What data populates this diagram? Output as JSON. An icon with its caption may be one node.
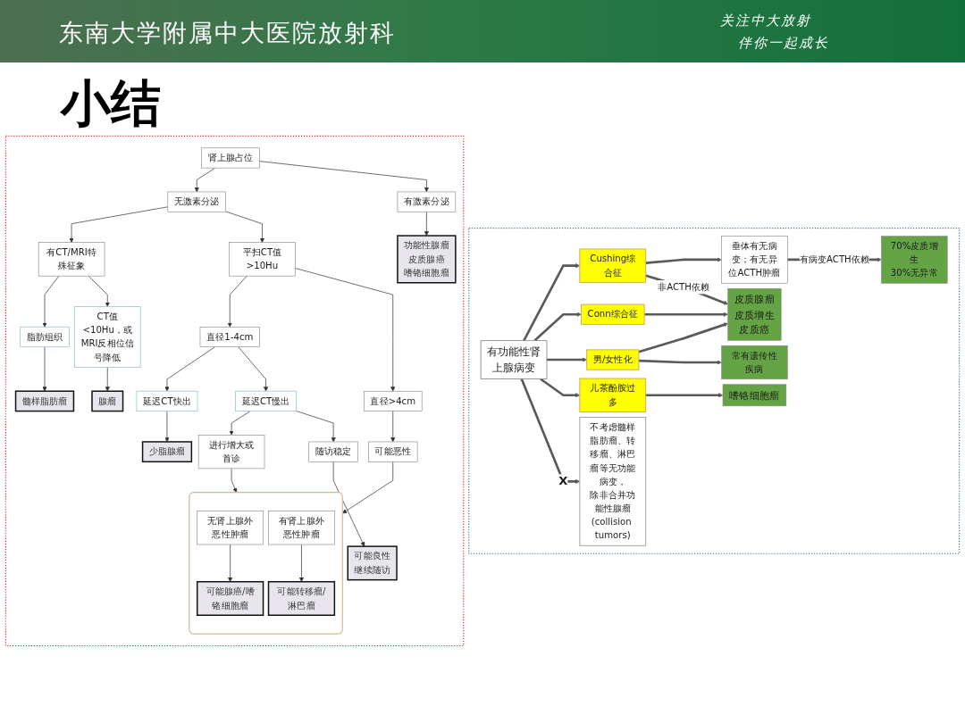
{
  "diagram": {
    "title": "小结",
    "nodes": [
      {
        "text": [],
        "shape": "box"
      },
      {
        "text": [
          "肾上腺占位"
        ],
        "in": 0
      },
      {
        "text": [
          "无激素分泌"
        ],
        "in": 0
      },
      {
        "text": [
          "有激素分泌"
        ],
        "in": 0
      },
      {
        "text": [
          "功能性腺瘤",
          "皮质腺癌",
          "嗜铬细胞瘤"
        ],
        "in": 0
      },
      {
        "text": [
          "有CT/MRI特殊征象"
        ],
        "in": 0
      },
      {
        "text": [
          "平扫CT值>10Hu"
        ],
        "in": 0
      },
      {
        "text": [
          "脂肪组织"
        ],
        "in": 0
      },
      {
        "text": [
          "CT值<10Hu，或MRI反相位信号降低"
        ],
        "in": 0
      },
      {
        "text": [
          "髓样脂肪瘤"
        ],
        "in": 0
      },
      {
        "text": [
          "腺瘤"
        ],
        "in": 0
      },
      {
        "text": [
          "直径1-4cm"
        ],
        "in": 0
      },
      {
        "text": [
          "直径>4cm"
        ],
        "in": 0
      },
      {
        "text": [
          "延迟CT快出"
        ],
        "in": 0
      },
      {
        "text": [
          "延迟CT慢出"
        ],
        "in": 0
      },
      {
        "text": [
          "进行增大或首诊"
        ],
        "in": 0
      },
      {
        "text": [
          "可能恶性"
        ],
        "in": 0
      },
      {
        "text": [
          "少脂腺瘤"
        ],
        "in": 0
      },
      {
        "text": [
          "随访稳定"
        ],
        "in": 0
      },
      {
        "text": [
          "可能良性",
          "继续随访"
        ],
        "in": 0
      },
      {
        "text": [],
        "shape": "box",
        "in": 0
      },
      {
        "text": [
          "无肾上腺外恶性肿瘤"
        ],
        "in": 20
      },
      {
        "text": [
          "有肾上腺外恶性肿瘤"
        ],
        "in": 20
      },
      {
        "text": [
          "可能腺癌/嗜铬细胞瘤"
        ],
        "in": 20
      },
      {
        "text": [
          "可能转移瘤/淋巴瘤"
        ],
        "in": 20
      },
      {
        "text": [],
        "shape": "box"
      },
      {
        "text": [
          "有功能性肾上腺病变"
        ],
        "in": 25
      },
      {
        "text": [
          "垂体有无病变；有无异位ACTH肿瘤"
        ],
        "in": 25
      },
      {
        "text": [
          "70%皮质增生",
          "30%无异常"
        ],
        "in": 25
      },
      {
        "text": [
          "Cushing综合征"
        ],
        "in": 25
      },
      {
        "text": [
          "皮质腺瘤",
          "皮质增生",
          "皮质癌"
        ],
        "in": 25
      },
      {
        "text": [
          "Conn综合征"
        ],
        "in": 25
      },
      {
        "text": [
          "男/女性化"
        ],
        "in": 25
      },
      {
        "text": [
          "常有遗传性疾病"
        ],
        "in": 25
      },
      {
        "text": [
          "儿茶酚胺过多"
        ],
        "in": 25
      },
      {
        "text": [
          "嗜铬细胞瘤"
        ],
        "in": 25
      },
      {
        "text": [
          "不考虑髓样脂肪瘤、转移瘤、淋巴瘤等无功能病变，",
          "除非合并功能性腺瘤(collision tumors)"
        ],
        "in": 25
      }
    ],
    "edges": [
      {
        "from": 1,
        "to": 2,
        "arrow": "to"
      },
      {
        "from": 1,
        "to": 3,
        "arrow": "to"
      },
      {
        "from": 3,
        "to": 4,
        "arrow": "to"
      },
      {
        "from": 2,
        "to": 5,
        "arrow": "to"
      },
      {
        "from": 2,
        "to": 6,
        "arrow": "to"
      },
      {
        "from": 5,
        "to": 7,
        "arrow": "to"
      },
      {
        "from": 5,
        "to": 8,
        "arrow": "to"
      },
      {
        "from": 7,
        "to": 9,
        "arrow": "to"
      },
      {
        "from": 8,
        "to": 10,
        "arrow": "to"
      },
      {
        "from": 6,
        "to": 11,
        "arrow": "to"
      },
      {
        "from": 6,
        "to": 12,
        "arrow": "to"
      },
      {
        "from": 11,
        "to": 13,
        "arrow": "to"
      },
      {
        "from": 11,
        "to": 14,
        "arrow": "to"
      },
      {
        "from": 14,
        "to": 15,
        "arrow": "to"
      },
      {
        "from": 12,
        "to": 16,
        "arrow": "to"
      },
      {
        "from": 13,
        "to": 17,
        "arrow": "to"
      },
      {
        "from": 14,
        "to": 18,
        "arrow": "to"
      },
      {
        "from": 18,
        "to": 19,
        "arrow": "to"
      },
      {
        "from": 15,
        "to": 20,
        "arrow": "to"
      },
      {
        "from": 16,
        "to": 20,
        "arrow": "to"
      },
      {
        "from": 21,
        "to": 23,
        "arrow": "to"
      },
      {
        "from": 22,
        "to": 24,
        "arrow": "to"
      },
      {
        "from": 26,
        "to": 29,
        "arrow": "to",
        "style": "thick"
      },
      {
        "from": 26,
        "to": 31,
        "arrow": "to",
        "style": "thick"
      },
      {
        "from": 26,
        "to": 32,
        "arrow": "to",
        "style": "thick"
      },
      {
        "from": 26,
        "to": 34,
        "arrow": "to",
        "style": "thick"
      },
      {
        "from": 26,
        "to": 36,
        "arrow": "to",
        "label": "X",
        "style": "thick"
      },
      {
        "from": 29,
        "to": 27,
        "arrow": "to",
        "style": "thick"
      },
      {
        "from": 27,
        "to": 28,
        "arrow": "to",
        "label": "有病变ACTH依赖",
        "style": "thick"
      },
      {
        "from": 29,
        "to": 30,
        "arrow": "to",
        "label": "非ACTH依赖",
        "style": "thick"
      },
      {
        "from": 31,
        "to": 30,
        "arrow": "to",
        "style": "thick"
      },
      {
        "from": 32,
        "to": 30,
        "arrow": "to",
        "style": "thick"
      },
      {
        "from": 32,
        "to": 33,
        "arrow": "to",
        "style": "thick"
      },
      {
        "from": 34,
        "to": 35,
        "arrow": "to",
        "style": "thick"
      }
    ],
    "labels": [
      "东南大学附属中大医院放射科",
      "关注中大放射",
      "伴你一起成长"
    ]
  }
}
